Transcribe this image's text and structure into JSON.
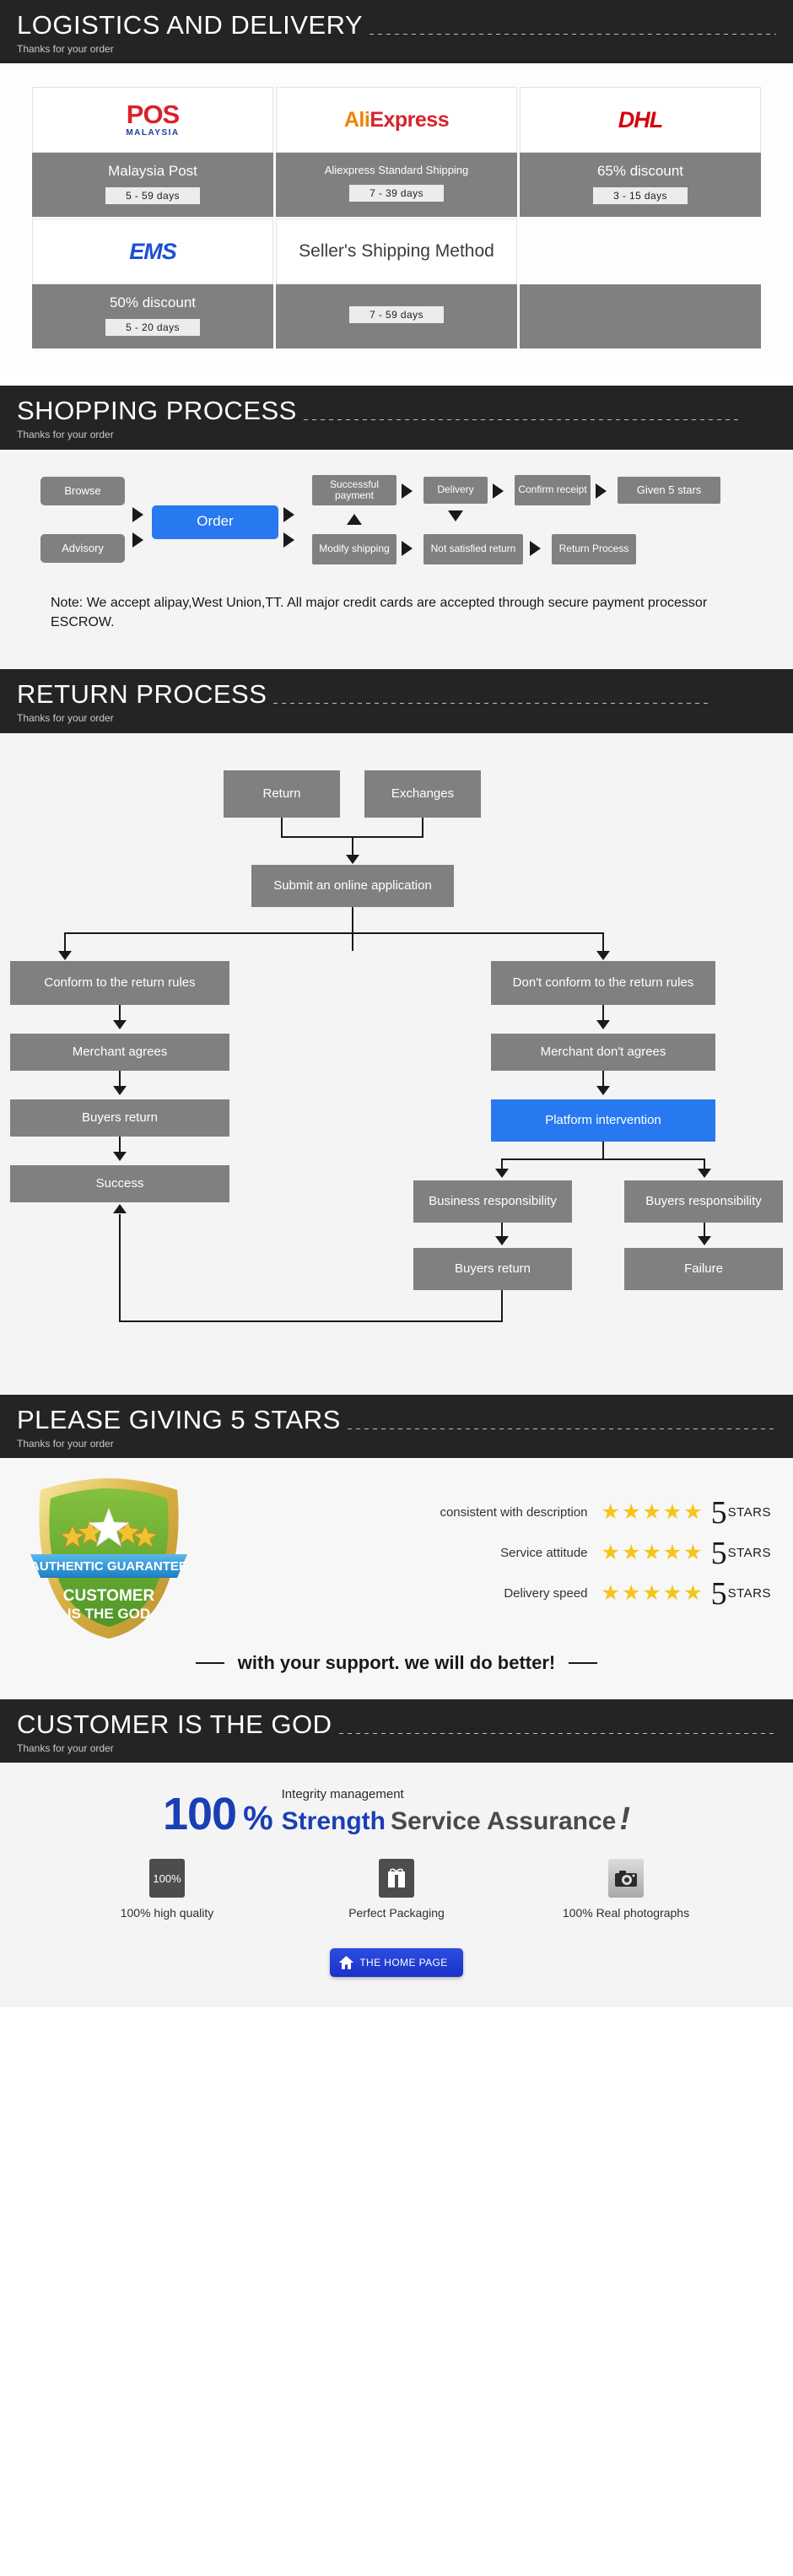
{
  "sections": {
    "logistics": {
      "title": "LOGISTICS AND DELIVERY",
      "subtitle": "Thanks for your order"
    },
    "shopping": {
      "title": "SHOPPING PROCESS",
      "subtitle": "Thanks for your order"
    },
    "returns": {
      "title": "RETURN PROCESS",
      "subtitle": "Thanks for your order"
    },
    "stars": {
      "title": "PLEASE GIVING 5 STARS",
      "subtitle": "Thanks for your order"
    },
    "customer": {
      "title": "CUSTOMER IS THE GOD",
      "subtitle": "Thanks for your order"
    }
  },
  "shipping_methods": [
    {
      "logo": "pos-malaysia-logo",
      "logo_main": "POS",
      "logo_sub": "MALAYSIA",
      "name": "Malaysia Post",
      "days": "5 - 59  days",
      "blank": false
    },
    {
      "logo": "aliexpress-logo",
      "logo_main": "AliExpress",
      "logo_sub": "",
      "name": "Aliexpress Standard Shipping",
      "days": "7 - 39  days",
      "blank": false
    },
    {
      "logo": "dhl-logo",
      "logo_main": "DHL",
      "logo_sub": "",
      "name": "65% discount",
      "days": "3 - 15  days",
      "blank": false
    },
    {
      "logo": "ems-logo",
      "logo_main": "EMS",
      "logo_sub": "",
      "name": "50% discount",
      "days": "5 - 20  days",
      "blank": false
    },
    {
      "logo": "sellers-shipping-method-label",
      "logo_main": "Seller's Shipping Method",
      "logo_sub": "",
      "name": "",
      "days": "7 - 59  days",
      "blank": false
    },
    {
      "logo": "",
      "logo_main": "",
      "logo_sub": "",
      "name": "",
      "days": "",
      "blank": true
    }
  ],
  "shopping_process": {
    "nodes": {
      "browse": "Browse",
      "advisory": "Advisory",
      "order": "Order",
      "successful_payment": "Successful payment",
      "modify_shipping": "Modify shipping",
      "delivery": "Delivery",
      "not_satisfied_return": "Not satisfied return",
      "confirm_receipt": "Confirm receipt",
      "return_process": "Return Process",
      "given_5_stars": "Given 5 stars"
    },
    "note": "Note: We accept alipay,West Union,TT. All major credit cards are accepted through secure payment processor ESCROW."
  },
  "return_process": {
    "nodes": {
      "return": "Return",
      "exchanges": "Exchanges",
      "submit": "Submit an online application",
      "conform": "Conform to the return rules",
      "dont_conform": "Don't conform to the return rules",
      "merchant_agrees": "Merchant agrees",
      "merchant_dont_agrees": "Merchant don't agrees",
      "buyers_return_left": "Buyers return",
      "platform_intervention": "Platform intervention",
      "success": "Success",
      "business_responsibility": "Business responsibility",
      "buyers_responsibility": "Buyers responsibility",
      "buyers_return_right": "Buyers return",
      "failure": "Failure"
    }
  },
  "rating": {
    "badge": {
      "ribbon": "AUTHENTIC GUARANTEE",
      "line1": "CUSTOMER",
      "line2": "IS THE GOD"
    },
    "rows": [
      {
        "label": "consistent with description",
        "stars": "★★★★★",
        "score": "5",
        "unit": "STARS"
      },
      {
        "label": "Service attitude",
        "stars": "★★★★★",
        "score": "5",
        "unit": "STARS"
      },
      {
        "label": "Delivery speed",
        "stars": "★★★★★",
        "score": "5",
        "unit": "STARS"
      }
    ],
    "support_text": "with your support. we will do better!"
  },
  "promo": {
    "hundred": "100",
    "percent": "%",
    "integrity": "Integrity management",
    "strength": "Strength",
    "service_assurance": "Service Assurance",
    "exclaim": "!",
    "features": [
      {
        "icon": "hundred-percent-icon",
        "icon_text": "100%",
        "label": "100% high quality"
      },
      {
        "icon": "gift-box-icon",
        "icon_text": "",
        "label": "Perfect Packaging"
      },
      {
        "icon": "camera-icon",
        "icon_text": "",
        "label": "100% Real photographs"
      }
    ],
    "home_button": "THE HOME PAGE"
  },
  "colors": {
    "banner_bg": "#242424",
    "node_gray": "#808080",
    "accent_blue": "#2878f0",
    "star_yellow": "#f5c518",
    "promo_blue": "#1a3fb5"
  }
}
